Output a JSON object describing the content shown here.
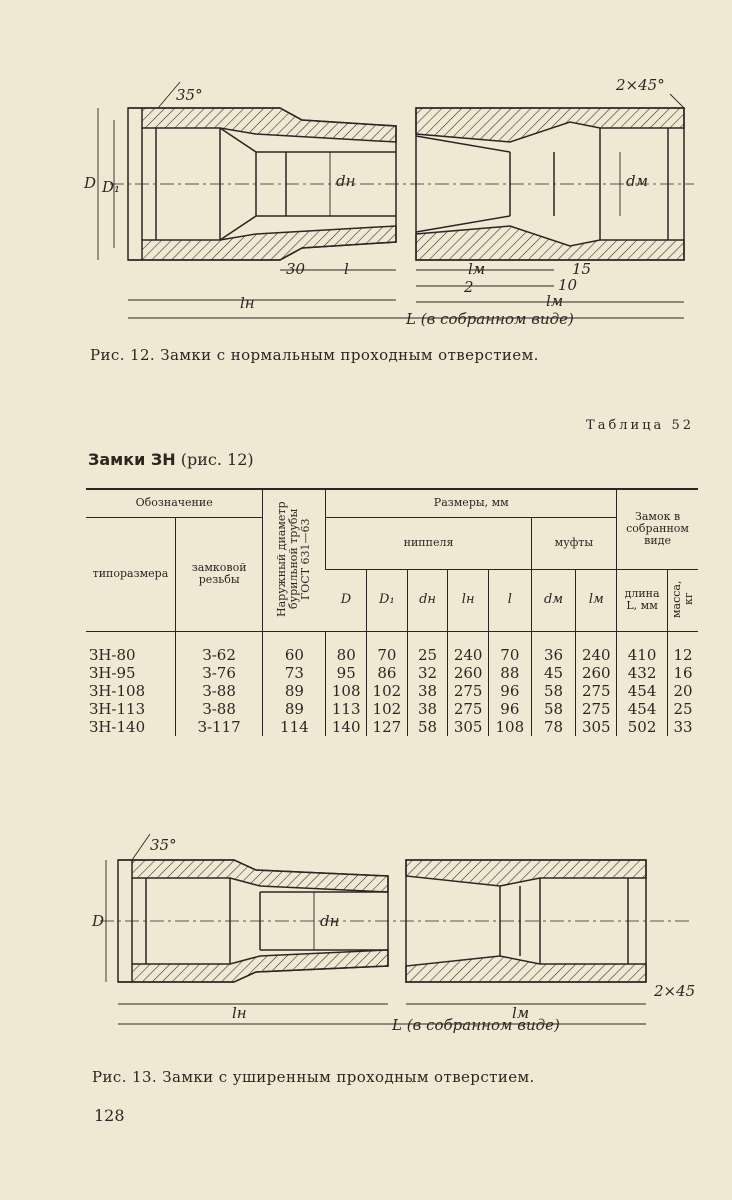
{
  "figure12": {
    "caption": "Рис. 12. Замки с нормальным проходным отверстием.",
    "labels": {
      "angle": "35°",
      "chamfer": "2×45°",
      "D": "D",
      "D1": "D₁",
      "dn": "dн",
      "dm": "dм",
      "dim30": "30",
      "l": "l",
      "lm": "lм",
      "two": "2",
      "ten": "10",
      "fifteen": "15",
      "ln": "lн",
      "lm2": "lм",
      "L": "L (в собранном виде)"
    }
  },
  "table": {
    "number": "Таблица 52",
    "title": "Замки ЗН",
    "title_ref": "(рис. 12)",
    "headers": {
      "designation": "Обозначение",
      "sizes": "Размеры, мм",
      "assembled": "Замок в собранном виде",
      "type_size": "типоразмера",
      "thread": "замковой резьбы",
      "outer_diam": "Наружный диаметр бурильной трубы ГОСТ 631—63",
      "nipple": "ниппеля",
      "coupling": "муфты",
      "D": "D",
      "D1": "D₁",
      "dn": "dн",
      "ln": "lн",
      "l": "l",
      "dm": "dм",
      "lm": "lм",
      "length": "длина L, мм",
      "mass": "масса, кг"
    },
    "rows": [
      [
        "ЗН-80",
        "З-62",
        "60",
        "80",
        "70",
        "25",
        "240",
        "70",
        "36",
        "240",
        "410",
        "12"
      ],
      [
        "ЗН-95",
        "З-76",
        "73",
        "95",
        "86",
        "32",
        "260",
        "88",
        "45",
        "260",
        "432",
        "16"
      ],
      [
        "ЗН-108",
        "З-88",
        "89",
        "108",
        "102",
        "38",
        "275",
        "96",
        "58",
        "275",
        "454",
        "20"
      ],
      [
        "ЗН-113",
        "З-88",
        "89",
        "113",
        "102",
        "38",
        "275",
        "96",
        "58",
        "275",
        "454",
        "25"
      ],
      [
        "ЗН-140",
        "З-117",
        "114",
        "140",
        "127",
        "58",
        "305",
        "108",
        "78",
        "305",
        "502",
        "33"
      ]
    ]
  },
  "figure13": {
    "caption": "Рис. 13. Замки с уширенным проходным отверстием.",
    "labels": {
      "angle": "35°",
      "D": "D",
      "dn": "dн",
      "chamfer": "2×45",
      "ln": "lн",
      "lm": "lм",
      "L": "L (в собранном виде)"
    }
  },
  "page_number": "128"
}
